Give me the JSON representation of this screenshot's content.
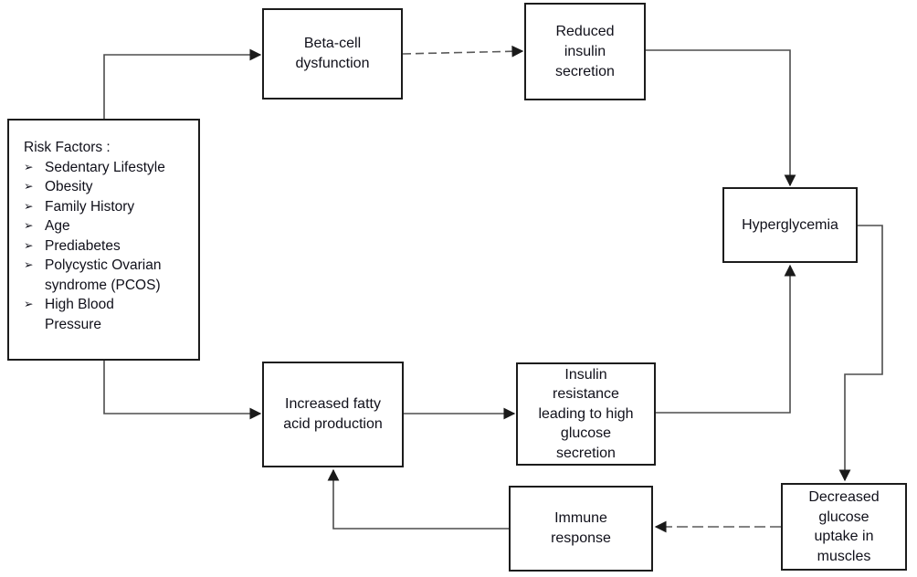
{
  "figure": {
    "background": "#ffffff",
    "colors": {
      "node_border": "#1c1c1c",
      "text": "#10101a",
      "connector": "#4d4d4d",
      "connector_dashed": "#5a5a5a",
      "arrowhead": "#1a1a1a"
    },
    "nodes": {
      "risk_factors": {
        "title": "Risk Factors :",
        "bullet": "➢",
        "items": [
          "Sedentary Lifestyle",
          "Obesity",
          "Family History",
          "Age",
          "Prediabetes",
          "Polycystic Ovarian\nsyndrome (PCOS)",
          "High Blood\nPressure"
        ]
      },
      "beta_cell": {
        "label": "Beta-cell\ndysfunction"
      },
      "reduced_insulin": {
        "label": "Reduced\ninsulin\nsecretion"
      },
      "hyperglycemia": {
        "label": "Hyperglycemia"
      },
      "increased_fatty": {
        "label": "Increased fatty\nacid production"
      },
      "insulin_resistance": {
        "label": "Insulin\nresistance\nleading to high\nglucose\nsecretion"
      },
      "immune_response": {
        "label": "Immune\nresponse"
      },
      "decreased_glucose": {
        "label": "Decreased\nglucose\nuptake in\nmuscles"
      }
    },
    "edges": [
      {
        "from": "risk_factors",
        "to": "beta_cell_dysfunction",
        "style": "solid"
      },
      {
        "from": "beta_cell_dysfunction",
        "to": "reduced_insulin_secretion",
        "style": "dashed"
      },
      {
        "from": "reduced_insulin_secretion",
        "to": "hyperglycemia",
        "style": "solid"
      },
      {
        "from": "risk_factors",
        "to": "increased_fatty_acid_production",
        "style": "solid"
      },
      {
        "from": "increased_fatty_acid_production",
        "to": "insulin_resistance",
        "style": "solid"
      },
      {
        "from": "insulin_resistance",
        "to": "hyperglycemia",
        "style": "solid"
      },
      {
        "from": "hyperglycemia",
        "to": "decreased_glucose_uptake",
        "style": "solid"
      },
      {
        "from": "decreased_glucose_uptake",
        "to": "immune_response",
        "style": "dashed"
      },
      {
        "from": "immune_response",
        "to": "increased_fatty_acid_production",
        "style": "solid"
      }
    ]
  }
}
